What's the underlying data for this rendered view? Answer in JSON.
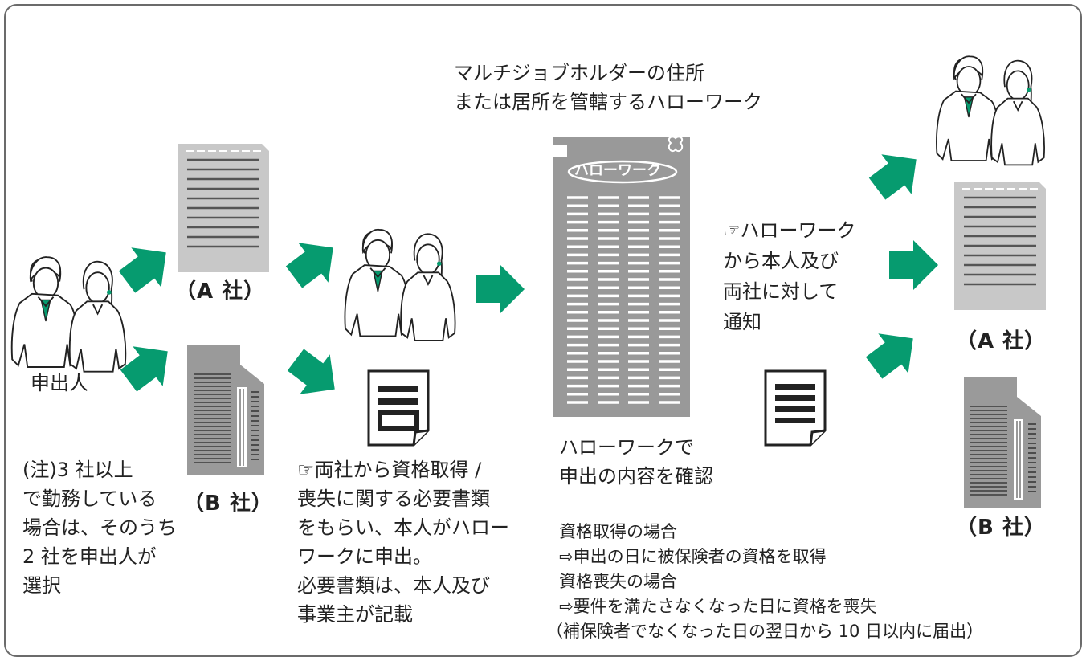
{
  "header": {
    "line1": "マルチジョブホルダーの住所",
    "line2": "または居所を管轄するハローワーク"
  },
  "applicant_label": "申出人",
  "company_a_label": "（A 社）",
  "company_b_label": "（B 社）",
  "note": {
    "line1": "(注)3 社以上",
    "line2": "で勤務している",
    "line3": "場合は、そのうち",
    "line4": "2 社を申出人が",
    "line5": "選択"
  },
  "middle_text": {
    "line1": "☞両社から資格取得 /",
    "line2": "喪失に関する必要書類",
    "line3": "をもらい、本人がハロー",
    "line4": "ワークに申出。",
    "line5": "必要書類は、本人及び",
    "line6": "事業主が記載"
  },
  "hellowork_sign": "ハローワーク",
  "confirm_text": {
    "line1": "ハローワークで",
    "line2": "申出の内容を確認"
  },
  "notify_text": {
    "line1": "☞ハローワーク",
    "line2": "から本人及び",
    "line3": "両社に対して",
    "line4": "通知"
  },
  "result_text": {
    "line1": "資格取得の場合",
    "line2": "⇨申出の日に被保険者の資格を取得",
    "line3": "資格喪失の場合",
    "line4": "⇨要件を満たさなくなった日に資格を喪失",
    "line5": "（補保険者でなくなった日の翌日から 10 日以内に届出）"
  },
  "colors": {
    "arrow": "#069b6f",
    "border": "#6b6b6b",
    "doc_light": "#c8c8c8",
    "doc_dark": "#9a9a9a",
    "building": "#999999",
    "tie": "#069b6f"
  },
  "icons": [
    "people-icon",
    "document-icon",
    "building-icon",
    "form-icon",
    "arrow-icon",
    "hellowork-logo-icon"
  ]
}
